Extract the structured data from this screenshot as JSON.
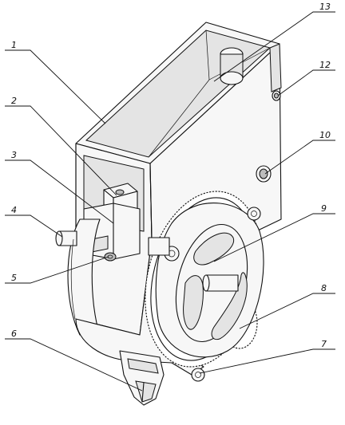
{
  "callouts": [
    {
      "id": "1",
      "label": "1"
    },
    {
      "id": "2",
      "label": "2"
    },
    {
      "id": "3",
      "label": "3"
    },
    {
      "id": "4",
      "label": "4"
    },
    {
      "id": "5",
      "label": "5"
    },
    {
      "id": "6",
      "label": "6"
    },
    {
      "id": "7",
      "label": "7"
    },
    {
      "id": "8",
      "label": "8"
    },
    {
      "id": "9",
      "label": "9"
    },
    {
      "id": "10",
      "label": "10"
    },
    {
      "id": "12",
      "label": "12"
    },
    {
      "id": "13",
      "label": "13"
    }
  ]
}
